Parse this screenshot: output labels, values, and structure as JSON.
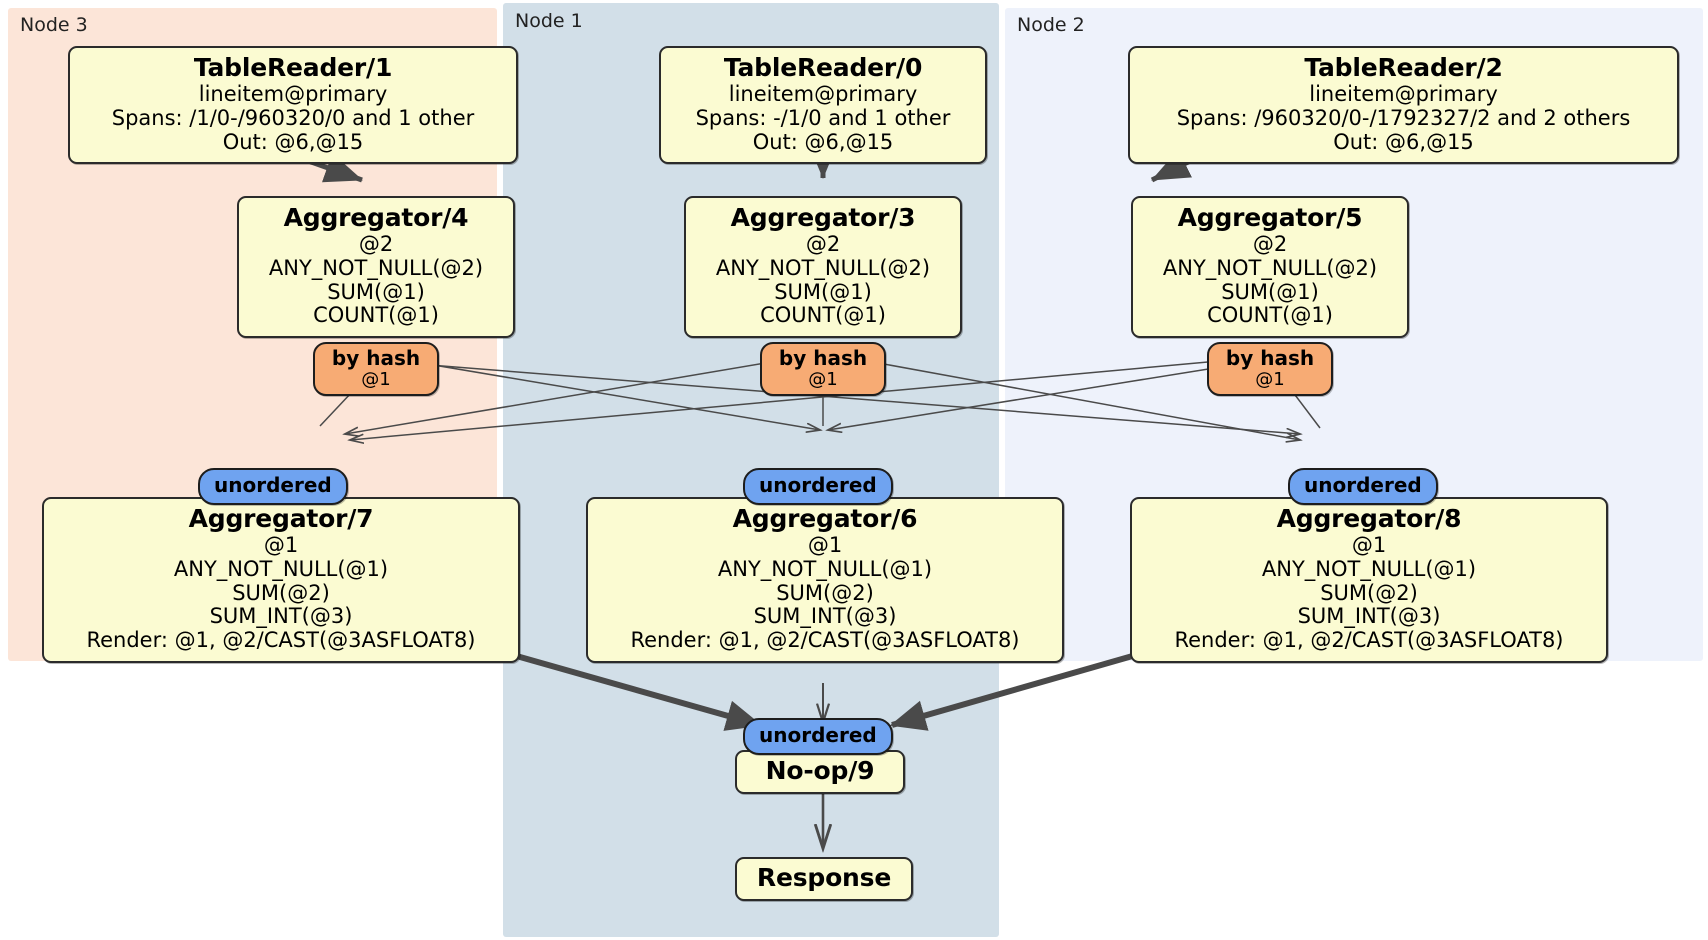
{
  "diagram": {
    "type": "distributed-query-plan",
    "title": "",
    "nodes": [
      {
        "id": "node3",
        "label": "Node 3",
        "color": "#fce5d8"
      },
      {
        "id": "node1",
        "label": "Node 1",
        "color": "#d2dfe8"
      },
      {
        "id": "node2",
        "label": "Node 2",
        "color": "#eef2fb"
      }
    ],
    "colors": {
      "processor_fill": "#fbfbd2",
      "processor_stroke": "#2b2b2b",
      "hash_badge_fill": "#f7ab74",
      "unordered_badge_fill": "#6fa3f0",
      "edge_stroke": "#4a4a4a"
    },
    "processors": [
      {
        "id": "tablereader1",
        "title": "TableReader/1",
        "lines": [
          "lineitem@primary",
          "Spans: /1/0-/960320/0 and 1 other",
          "Out: @6,@15"
        ],
        "node": "node3"
      },
      {
        "id": "tablereader0",
        "title": "TableReader/0",
        "lines": [
          "lineitem@primary",
          "Spans: -/1/0 and 1 other",
          "Out: @6,@15"
        ],
        "node": "node1"
      },
      {
        "id": "tablereader2",
        "title": "TableReader/2",
        "lines": [
          "lineitem@primary",
          "Spans: /960320/0-/1792327/2 and 2 others",
          "Out: @6,@15"
        ],
        "node": "node2"
      },
      {
        "id": "aggregator4",
        "title": "Aggregator/4",
        "lines": [
          "@2",
          "ANY_NOT_NULL(@2)",
          "SUM(@1)",
          "COUNT(@1)"
        ],
        "node": "node3"
      },
      {
        "id": "aggregator3",
        "title": "Aggregator/3",
        "lines": [
          "@2",
          "ANY_NOT_NULL(@2)",
          "SUM(@1)",
          "COUNT(@1)"
        ],
        "node": "node1"
      },
      {
        "id": "aggregator5",
        "title": "Aggregator/5",
        "lines": [
          "@2",
          "ANY_NOT_NULL(@2)",
          "SUM(@1)",
          "COUNT(@1)"
        ],
        "node": "node2"
      },
      {
        "id": "aggregator7",
        "title": "Aggregator/7",
        "lines": [
          "@1",
          "ANY_NOT_NULL(@1)",
          "SUM(@2)",
          "SUM_INT(@3)",
          "Render: @1, @2/CAST(@3ASFLOAT8)"
        ],
        "node": "node3"
      },
      {
        "id": "aggregator6",
        "title": "Aggregator/6",
        "lines": [
          "@1",
          "ANY_NOT_NULL(@1)",
          "SUM(@2)",
          "SUM_INT(@3)",
          "Render: @1, @2/CAST(@3ASFLOAT8)"
        ],
        "node": "node1"
      },
      {
        "id": "aggregator8",
        "title": "Aggregator/8",
        "lines": [
          "@1",
          "ANY_NOT_NULL(@1)",
          "SUM(@2)",
          "SUM_INT(@3)",
          "Render: @1, @2/CAST(@3ASFLOAT8)"
        ],
        "node": "node2"
      },
      {
        "id": "noop9",
        "title": "No-op/9",
        "lines": [],
        "node": "node1"
      },
      {
        "id": "response",
        "title": "Response",
        "lines": [],
        "node": "node1"
      }
    ],
    "hash_badges": [
      {
        "id": "hash-left",
        "label": "by hash",
        "sublabel": "@1"
      },
      {
        "id": "hash-center",
        "label": "by hash",
        "sublabel": "@1"
      },
      {
        "id": "hash-right",
        "label": "by hash",
        "sublabel": "@1"
      }
    ],
    "unordered_badges": [
      {
        "id": "unordered-left",
        "label": "unordered"
      },
      {
        "id": "unordered-center",
        "label": "unordered"
      },
      {
        "id": "unordered-right",
        "label": "unordered"
      },
      {
        "id": "unordered-final",
        "label": "unordered"
      }
    ]
  }
}
